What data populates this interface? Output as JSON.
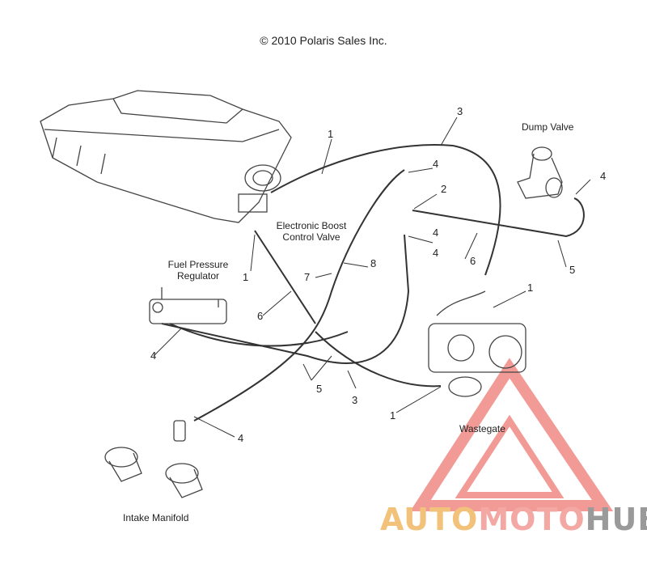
{
  "copyright": "© 2010 Polaris Sales Inc.",
  "labels": {
    "dump_valve": "Dump Valve",
    "boost_valve_line1": "Electronic Boost",
    "boost_valve_line2": "Control Valve",
    "fuel_reg_line1": "Fuel Pressure",
    "fuel_reg_line2": "Regulator",
    "wastegate": "Wastegate",
    "intake_manifold": "Intake Manifold"
  },
  "callouts": [
    "1",
    "1",
    "1",
    "1",
    "2",
    "3",
    "3",
    "4",
    "4",
    "4",
    "4",
    "4",
    "4",
    "5",
    "5",
    "6",
    "6",
    "7",
    "8"
  ],
  "logo": {
    "part1": "AUTO",
    "part2": "MOTO",
    "part3": "HUB"
  },
  "colors": {
    "line": "#333333",
    "logo_red": "#f08a84",
    "logo_yellow": "#f2c27a",
    "logo_gray": "#9a9a9a"
  }
}
